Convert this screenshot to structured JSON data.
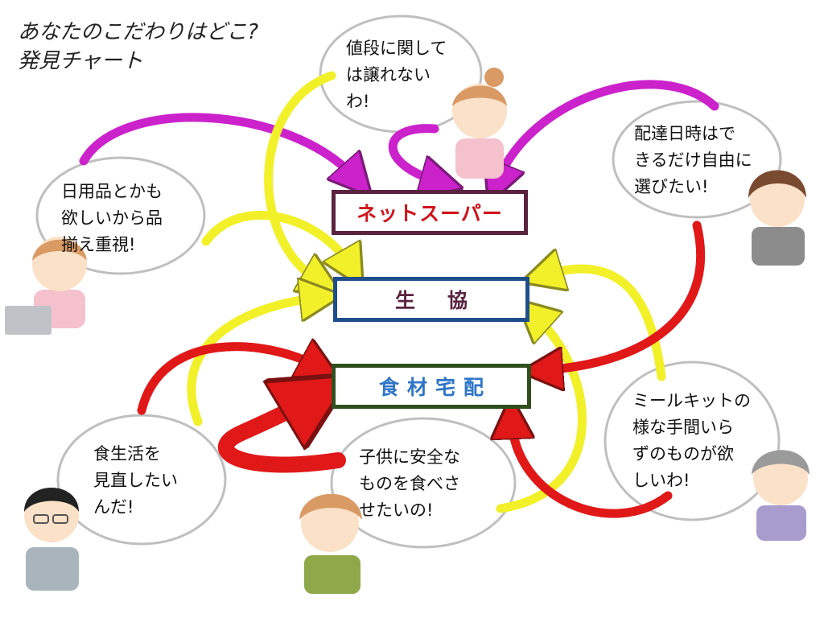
{
  "title": {
    "line1": "あなたのこだわりはどこ?",
    "line2": "発見チャート"
  },
  "services": {
    "net_super": "ネットスーパー",
    "coop": "生協",
    "food_delivery": "食材宅配"
  },
  "bubbles": {
    "price": [
      "値段に関して",
      "は譲れない",
      "わ!"
    ],
    "delivery_time": [
      "配達日時はで",
      "きるだけ自由に",
      "選びたい!"
    ],
    "daily_goods": [
      "日用品とかも",
      "欲しいから品",
      "揃え重視!"
    ],
    "diet": [
      "食生活を",
      "見直したい",
      "んだ!"
    ],
    "child_safety": [
      "子供に安全な",
      "ものを食べさ",
      "せたいの!"
    ],
    "meal_kit": [
      "ミールキットの",
      "様な手間いら",
      "ずのものが欲",
      "しいわ!"
    ]
  },
  "colors": {
    "magenta_arrow": "#cc22cc",
    "yellow_arrow": "#f2f028",
    "red_arrow": "#e01818",
    "net_border": "#5a2340",
    "coop_border": "#1f4e8c",
    "food_border": "#2f4f1e"
  }
}
